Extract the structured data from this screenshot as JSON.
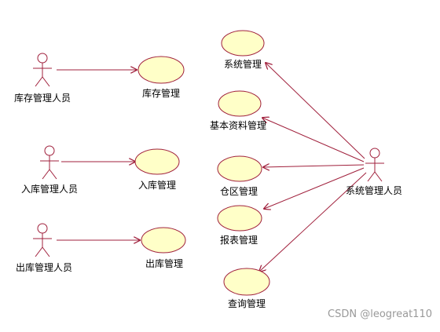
{
  "colors": {
    "actor_stroke": "#a0203c",
    "usecase_fill": "#ffffc8",
    "usecase_stroke": "#a0203c",
    "association": "#a0203c",
    "text": "#000000",
    "watermark": "#999999"
  },
  "actors": {
    "inventory_manager": "库存管理人员",
    "inbound_manager": "入库管理人员",
    "outbound_manager": "出库管理人员",
    "system_manager": "系统管理人员"
  },
  "use_cases": {
    "inventory_management": "库存管理",
    "inbound_management": "入库管理",
    "outbound_management": "出库管理",
    "system_management": "系统管理",
    "basic_data_management": "基本资料管理",
    "warehouse_area_management": "仓区管理",
    "report_management": "报表管理",
    "query_management": "查询管理"
  },
  "watermark": "CSDN @leogreat110"
}
